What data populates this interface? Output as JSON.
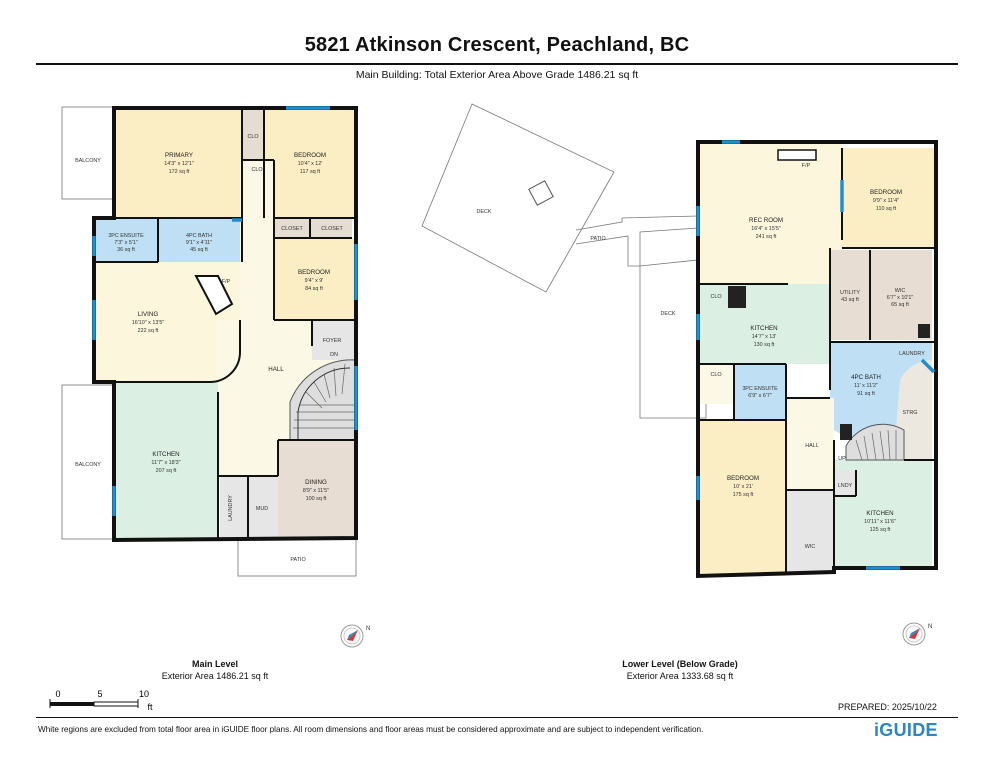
{
  "header": {
    "title": "5821 Atkinson Crescent, Peachland, BC",
    "subtitle": "Main Building: Total Exterior Area Above Grade 1486.21 sq ft"
  },
  "colors": {
    "wall": "#111111",
    "window": "#1e8fd0",
    "bedroom": "#fbeec4",
    "bath": "#bfe0f4",
    "kitchen": "#dcefe3",
    "living": "#fbf6dc",
    "hall": "#fbf8e6",
    "utility": "#e8ddd2",
    "logo": "#2a86c4"
  },
  "main_level": {
    "caption_title": "Main Level",
    "caption_area": "Exterior Area 1486.21 sq ft",
    "labels": {
      "balcony_top": "BALCONY",
      "balcony_bottom": "BALCONY",
      "primary": "PRIMARY",
      "primary_dim": "14'3\" x 12'1\"",
      "primary_area": "172 sq ft",
      "clo1": "CLO",
      "clo2": "CLO",
      "bedroom1": "BEDROOM",
      "bedroom1_dim": "10'4\" x 12'",
      "bedroom1_area": "117 sq ft",
      "ensuite": "3PC ENSUITE",
      "ensuite_dim": "7'3\" x 5'1\"",
      "ensuite_area": "36 sq ft",
      "bath": "4PC BATH",
      "bath_dim": "9'1\" x 4'11\"",
      "bath_area": "45 sq ft",
      "closet1": "CLOSET",
      "closet2": "CLOSET",
      "fp": "F/P",
      "bedroom2": "BEDROOM",
      "bedroom2_dim": "9'4\" x 9'",
      "bedroom2_area": "84 sq ft",
      "living": "LIVING",
      "living_dim": "16'10\" x 13'5\"",
      "living_area": "222 sq ft",
      "foyer": "FOYER",
      "dn": "DN",
      "hall": "HALL",
      "kitchen": "KITCHEN",
      "kitchen_dim": "11'7\" x 18'3\"",
      "kitchen_area": "207 sq ft",
      "dining": "DINING",
      "dining_dim": "8'9\" x 11'5\"",
      "dining_area": "100 sq ft",
      "laundry": "LAUNDRY",
      "mud": "MUD",
      "patio": "PATIO"
    }
  },
  "lower_level": {
    "caption_title": "Lower Level (Below Grade)",
    "caption_area": "Exterior Area 1333.68 sq ft",
    "labels": {
      "deck_top": "DECK",
      "patio": "PATIO",
      "deck_side": "DECK",
      "rec": "REC ROOM",
      "rec_dim": "16'4\" x 15'5\"",
      "rec_area": "241 sq ft",
      "fp": "F/P",
      "bedroom1": "BEDROOM",
      "bedroom1_dim": "9'9\" x 11'4\"",
      "bedroom1_area": "110 sq ft",
      "clo1": "CLO",
      "utility": "UTILITY",
      "utility_area": "43 sq ft",
      "wic1": "WIC",
      "wic1_dim": "6'7\" x 10'1\"",
      "wic1_area": "65 sq ft",
      "kitchen1": "KITCHEN",
      "kitchen1_dim": "14'7\" x 13'",
      "kitchen1_area": "130 sq ft",
      "laundry": "LAUNDRY",
      "clo2": "CLO",
      "ensuite": "3PC ENSUITE",
      "ensuite_dim": "6'9\" x 6'7\"",
      "bath": "4PC BATH",
      "bath_dim": "11' x 11'2\"",
      "bath_area": "91 sq ft",
      "strg": "STRG",
      "hall": "HALL",
      "up": "UP",
      "bedroom2": "BEDROOM",
      "bedroom2_dim": "10' x 21'",
      "bedroom2_area": "175 sq ft",
      "lndy": "LNDY",
      "kitchen2": "KITCHEN",
      "kitchen2_dim": "10'11\" x 11'6\"",
      "kitchen2_area": "125 sq ft",
      "wic2": "WIC"
    }
  },
  "scale": {
    "tick0": "0",
    "tick5": "5",
    "tick10": "10",
    "unit": "ft"
  },
  "footer": {
    "prepared": "PREPARED: 2025/10/22",
    "disclaimer": "White regions are excluded from total floor area in iGUIDE floor plans. All room dimensions and floor areas must be considered approximate and are subject to independent verification.",
    "logo": "iGUIDE"
  },
  "icons": [
    "compass-icon",
    "compass-icon"
  ]
}
